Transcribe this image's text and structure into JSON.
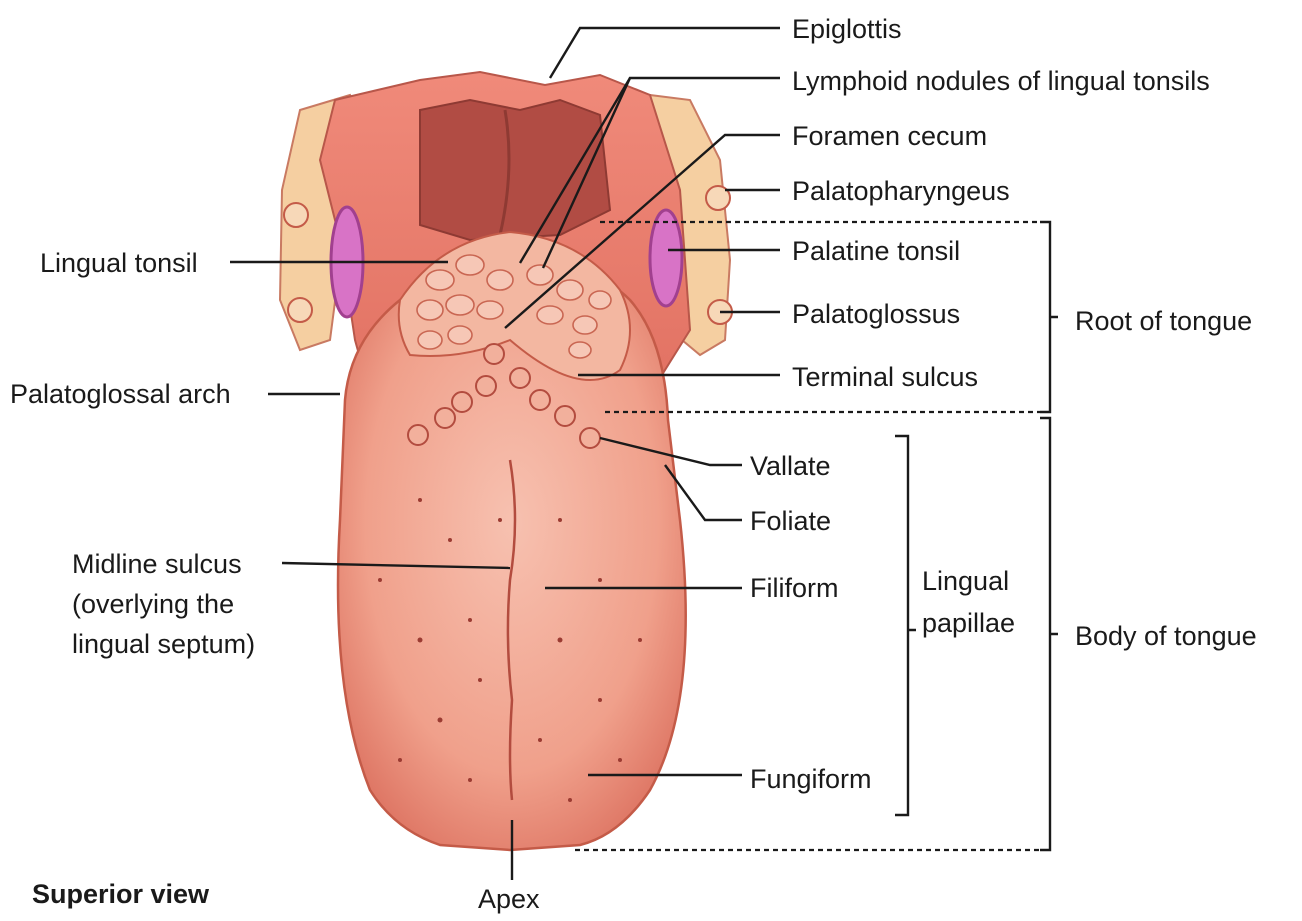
{
  "labels": {
    "epiglottis": "Epiglottis",
    "lymphoid_nodules": "Lymphoid nodules of lingual tonsils",
    "foramen_cecum": "Foramen cecum",
    "palatopharyngeus": "Palatopharyngeus",
    "palatine_tonsil": "Palatine tonsil",
    "palatoglossus": "Palatoglossus",
    "terminal_sulcus": "Terminal sulcus",
    "lingual_tonsil": "Lingual tonsil",
    "palatoglossal_arch": "Palatoglossal arch",
    "vallate": "Vallate",
    "foliate": "Foliate",
    "filiform": "Filiform",
    "fungiform": "Fungiform",
    "midline_sulcus_1": "Midline sulcus",
    "midline_sulcus_2": "(overlying the",
    "midline_sulcus_3": "lingual septum)",
    "lingual_papillae_1": "Lingual",
    "lingual_papillae_2": "papillae",
    "root_of_tongue": "Root of tongue",
    "body_of_tongue": "Body of tongue",
    "apex": "Apex",
    "superior_view": "Superior view"
  },
  "colors": {
    "tongue_body": "#f2a792",
    "tongue_shadow": "#e27b68",
    "root_tissue": "#f4b8a2",
    "pharynx_dark": "#b9564a",
    "arch_beige": "#f6d3a4",
    "tonsil_pink": "#d86ec8"
  }
}
